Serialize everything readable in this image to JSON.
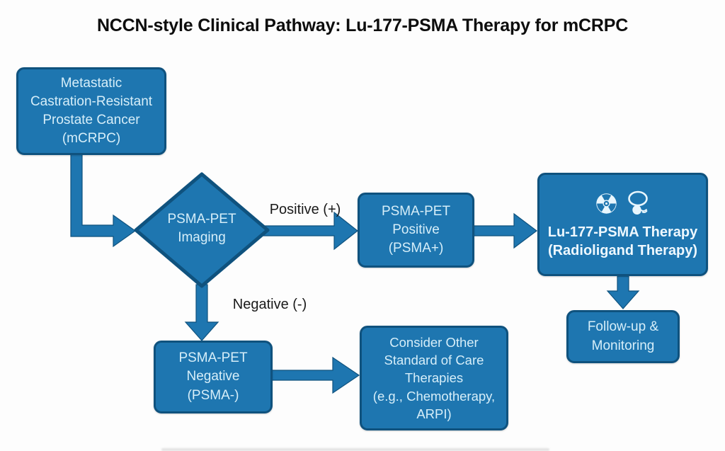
{
  "title": "NCCN-style Clinical Pathway: Lu-177-PSMA Therapy for mCRPC",
  "nodes": {
    "mcrpc": {
      "label": "Metastatic\nCastration-Resistant\nProstate Cancer\n(mCRPC)"
    },
    "imaging": {
      "label": "PSMA-PET\nImaging"
    },
    "psma_positive": {
      "label": "PSMA-PET\nPositive\n(PSMA+)"
    },
    "therapy": {
      "label": "Lu-177-PSMA Therapy\n(Radioligand Therapy)",
      "icons": [
        "radiation-icon",
        "prostate-icon"
      ]
    },
    "followup": {
      "label": "Follow-up &\nMonitoring"
    },
    "psma_negative": {
      "label": "PSMA-PET\nNegative\n(PSMA-)"
    },
    "other_therapies": {
      "label": "Consider Other\nStandard of Care\nTherapies\n(e.g., Chemotherapy,\nARPI)"
    }
  },
  "edge_labels": {
    "positive": "Positive (+)",
    "negative": "Negative (-)"
  },
  "colors": {
    "background": "#fdfdfd",
    "node_fill": "#1e76b0",
    "node_border": "#0f527e",
    "node_text": "#d6eef9",
    "therapy_text": "#eef8ff",
    "title_text": "#0d0d0d",
    "edge_label_text": "#1a1a1a",
    "icon_light": "#e8f6fd"
  }
}
